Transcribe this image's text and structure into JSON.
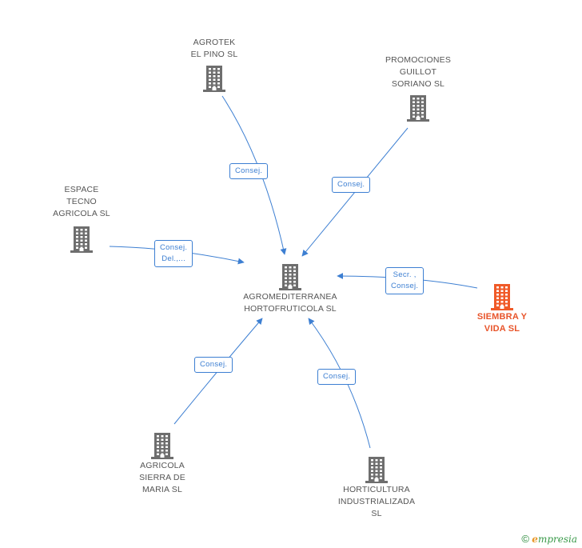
{
  "colors": {
    "node_default": "#6e6e6e",
    "node_highlight": "#f05a28",
    "edge": "#3d7fd2",
    "text": "#555555",
    "highlight_text": "#e8542a",
    "brand_green": "#2a8a3a",
    "brand_orange": "#e8982a"
  },
  "nodes": [
    {
      "id": "center",
      "label": "AGROMEDITERRANEA\nHORTOFRUTICOLA SL",
      "icon": "building-icon",
      "highlight": false
    },
    {
      "id": "agrotek",
      "label": "AGROTEK\nEL PINO  SL",
      "icon": "building-icon",
      "highlight": false
    },
    {
      "id": "promociones",
      "label": "PROMOCIONES\nGUILLOT\nSORIANO SL",
      "icon": "building-icon",
      "highlight": false
    },
    {
      "id": "espace",
      "label": "ESPACE\nTECNO\nAGRICOLA SL",
      "icon": "building-icon",
      "highlight": false
    },
    {
      "id": "siembra",
      "label": "SIEMBRA Y\nVIDA  SL",
      "icon": "building-icon",
      "highlight": true
    },
    {
      "id": "agricola",
      "label": "AGRICOLA\nSIERRA DE\nMARIA SL",
      "icon": "building-icon",
      "highlight": false
    },
    {
      "id": "horticultura",
      "label": "HORTICULTURA\nINDUSTRIALIZADA\nSL",
      "icon": "building-icon",
      "highlight": false
    }
  ],
  "edges": [
    {
      "from": "agrotek",
      "to": "center",
      "label": "Consej."
    },
    {
      "from": "promociones",
      "to": "center",
      "label": "Consej."
    },
    {
      "from": "espace",
      "to": "center",
      "label": "Consej.\nDel.,..."
    },
    {
      "from": "siembra",
      "to": "center",
      "label": "Secr. ,\nConsej."
    },
    {
      "from": "agricola",
      "to": "center",
      "label": "Consej."
    },
    {
      "from": "horticultura",
      "to": "center",
      "label": "Consej."
    }
  ],
  "footer": {
    "copyright": "©",
    "brand_initial": "e",
    "brand_rest": "mpresia"
  }
}
